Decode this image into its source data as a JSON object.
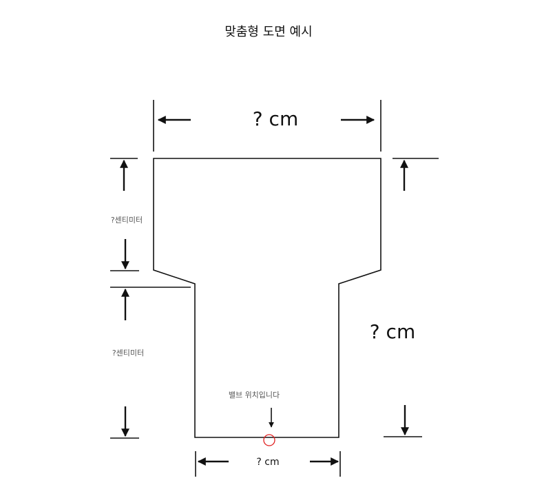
{
  "title": "맞춤형 도면 예시",
  "labels": {
    "top_width": "? cm",
    "upper_height": "?센티미터",
    "lower_height": "?센티미터",
    "total_height": "? cm",
    "valve_position": "밸브 위치입니다",
    "bottom_width": "? cm"
  },
  "colors": {
    "line": "#111111",
    "valve_marker": "#e02020"
  }
}
